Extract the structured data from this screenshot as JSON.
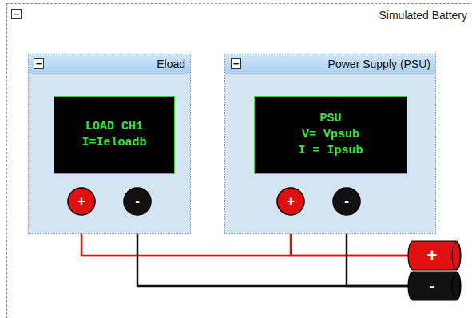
{
  "diagram": {
    "nodes": [
      {
        "text": [
          "Simulated Battery"
        ]
      },
      {
        "text": [
          "−"
        ],
        "in": 0
      },
      {
        "text": [
          "Eload"
        ],
        "in": 0
      },
      {
        "text": [
          "−"
        ],
        "in": 2
      },
      {
        "text": [
          "LOAD CH1",
          "I=Ieloadb"
        ],
        "in": 2
      },
      {
        "text": [
          "+"
        ],
        "in": 2
      },
      {
        "text": [
          "-"
        ],
        "in": 2
      },
      {
        "text": [
          "Power Supply (PSU)"
        ],
        "in": 0
      },
      {
        "text": [
          "−"
        ],
        "in": 7
      },
      {
        "text": [
          "PSU",
          "V= Vpsub",
          "I = Ipsub"
        ],
        "in": 7
      },
      {
        "text": [
          "+"
        ],
        "in": 7
      },
      {
        "text": [
          "-"
        ],
        "in": 7
      },
      {
        "text": [
          "+"
        ],
        "in": 0
      },
      {
        "text": [
          "-"
        ],
        "in": 0
      }
    ],
    "edges": [
      {
        "from": 5,
        "to": 12,
        "arrow": "none"
      },
      {
        "from": 10,
        "to": 12,
        "arrow": "none"
      },
      {
        "from": 6,
        "to": 13,
        "arrow": "none"
      },
      {
        "from": 11,
        "to": 13,
        "arrow": "none"
      }
    ]
  }
}
